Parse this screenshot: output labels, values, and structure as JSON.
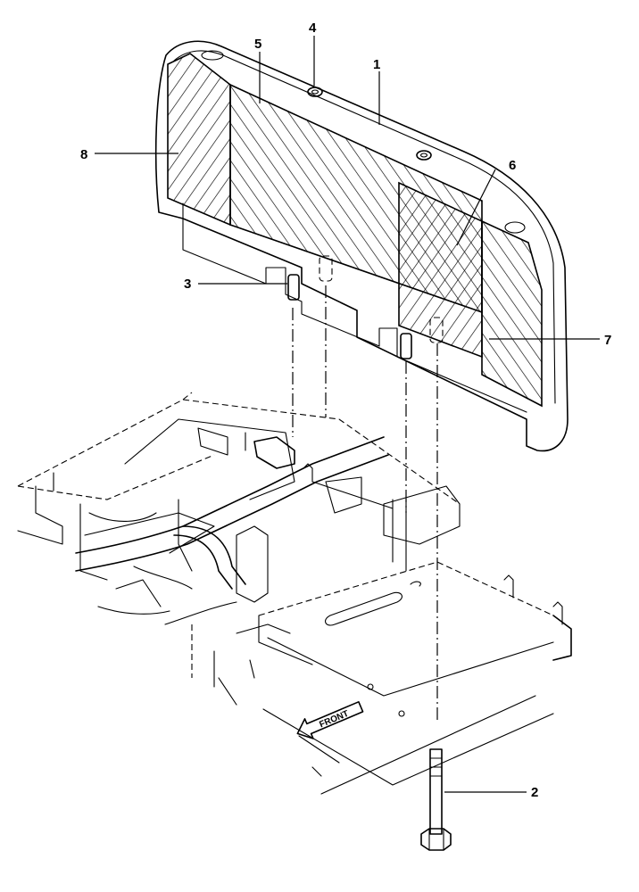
{
  "diagram": {
    "callouts": [
      {
        "id": "1",
        "label": "1"
      },
      {
        "id": "2",
        "label": "2"
      },
      {
        "id": "3",
        "label": "3"
      },
      {
        "id": "4",
        "label": "4"
      },
      {
        "id": "5",
        "label": "5"
      },
      {
        "id": "6",
        "label": "6"
      },
      {
        "id": "7",
        "label": "7"
      },
      {
        "id": "8",
        "label": "8"
      }
    ],
    "front_arrow_label": "FRONT"
  }
}
